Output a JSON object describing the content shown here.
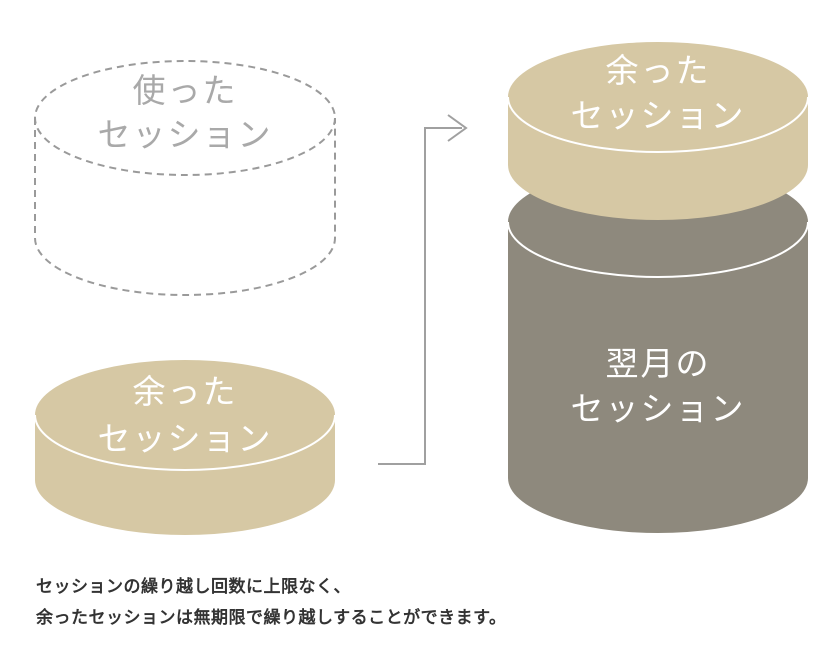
{
  "diagram": {
    "used_sessions": {
      "line1": "使った",
      "line2": "セッション"
    },
    "leftover_sessions_bottom": {
      "line1": "余った",
      "line2": "セッション"
    },
    "leftover_sessions_top": {
      "line1": "余った",
      "line2": "セッション"
    },
    "next_month_sessions": {
      "line1": "翌月の",
      "line2": "セッション"
    }
  },
  "caption": {
    "line1": "セッションの繰り越し回数に上限なく、",
    "line2": "余ったセッションは無期限で繰り越しすることができます。"
  },
  "colors": {
    "beige": "#d6c8a4",
    "taupe": "#8e897d",
    "dashed_stroke": "#9a9a9a",
    "used_text": "#a9a9a9",
    "arrow": "#a0a0a0",
    "caption_text": "#333333",
    "label_text": "#ffffff"
  }
}
